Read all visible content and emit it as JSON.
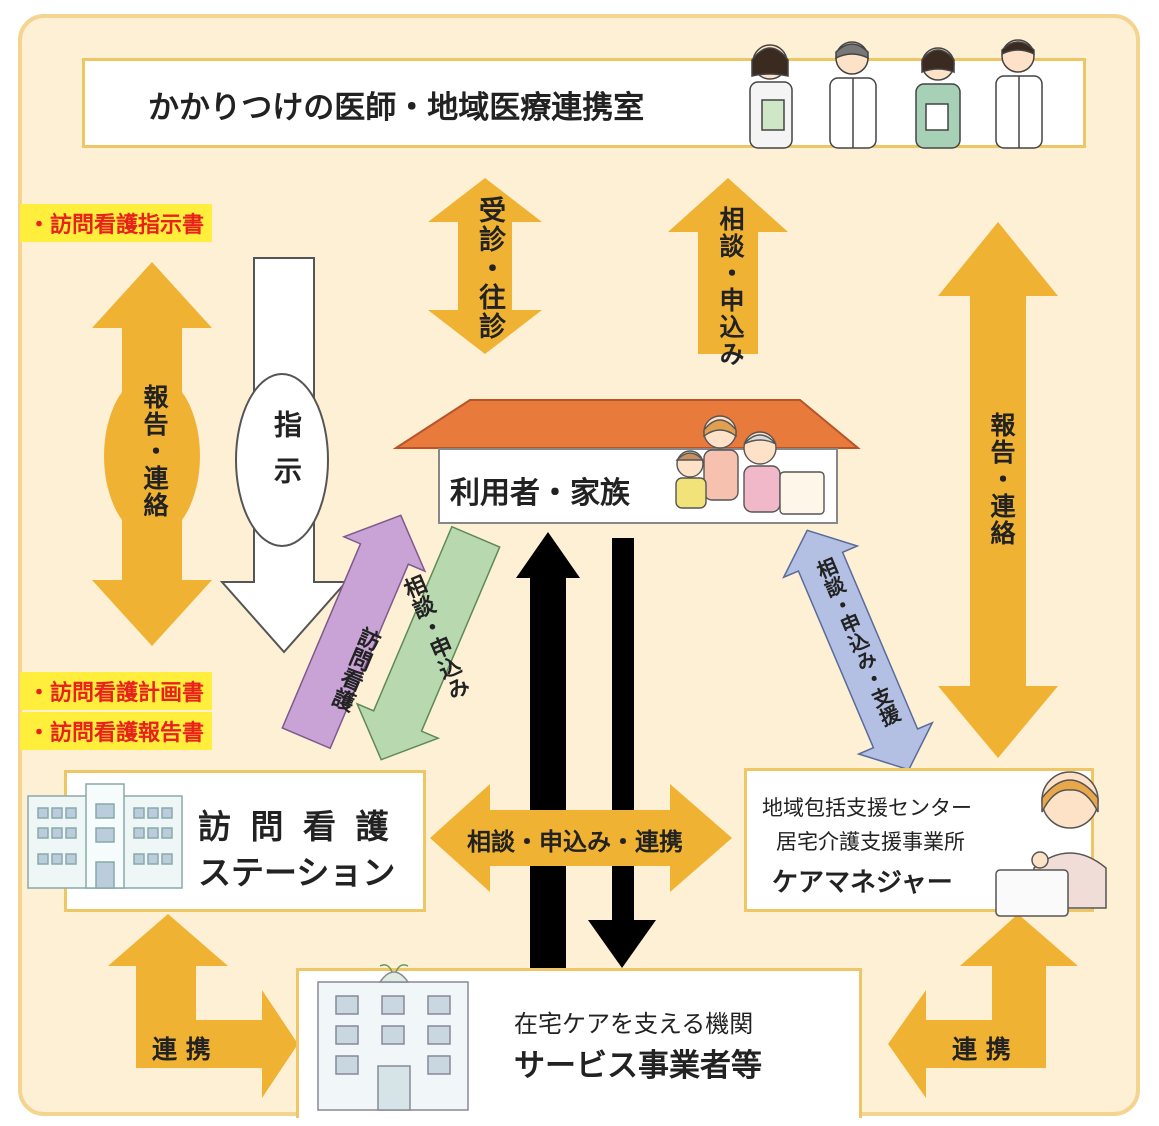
{
  "colors": {
    "background": "#fdf0d5",
    "border": "#efc665",
    "arrow_orange": "#f0b232",
    "arrow_purple": "#c9a3d6",
    "arrow_green": "#b8d8b0",
    "arrow_blue": "#b3bfe3",
    "arrow_black": "#000000",
    "roof": "#e87a3c",
    "label_yellow": "#ffef3c",
    "label_red": "#e8221b"
  },
  "top": {
    "title": "かかりつけの医師・地域医療連携室"
  },
  "home": {
    "label": "利用者・家族"
  },
  "docs": {
    "instruction": "・訪問看護指示書",
    "plan": "・訪問看護計画書",
    "report": "・訪問看護報告書"
  },
  "arrows": {
    "consult_visit": "受診・往診",
    "consult_apply_top": "相談・申込み",
    "report_contact_left": "報告・連絡",
    "instruction": "指示",
    "report_contact_right": "報告・連絡",
    "visit_nursing": "訪問看護",
    "consult_apply_mid": "相談・申込み",
    "consult_apply_support": "相談・申込み・支援",
    "consult_apply_link": "相談・申込み・連携",
    "link_left": "連 携",
    "link_right": "連 携"
  },
  "station": {
    "line1": "訪 問 看 護",
    "line2": "ステーション"
  },
  "caremanager": {
    "line1": "地域包括支援センター",
    "line2": "居宅介護支援事業所",
    "line3": "ケアマネジャー"
  },
  "services": {
    "line1": "在宅ケアを支える機関",
    "line2": "サービス事業者等"
  },
  "icons": [
    "doctor-group-illustration",
    "family-illustration",
    "care-manager-illustration",
    "station-building-icon",
    "service-building-icon"
  ]
}
